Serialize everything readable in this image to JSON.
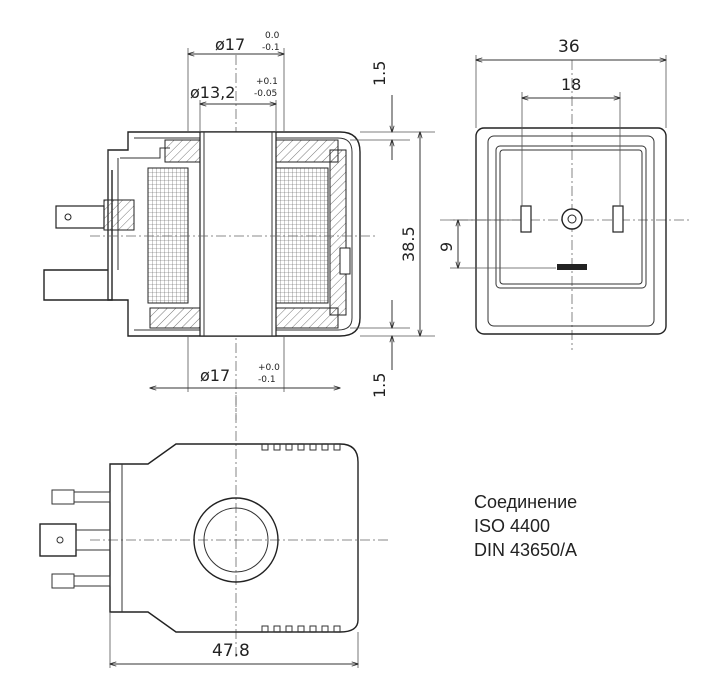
{
  "dimensions": {
    "top_outer_dia": "ø17",
    "top_outer_tol_upper": "0.0",
    "top_outer_tol_lower": "-0.1",
    "inner_dia": "ø13,2",
    "inner_tol_upper": "+0.1",
    "inner_tol_lower": "-0.05",
    "bottom_outer_dia": "ø17",
    "bottom_outer_tol_upper": "+0.0",
    "bottom_outer_tol_lower": "-0.1",
    "top_offset": "1.5",
    "bottom_offset": "1.5",
    "height": "38.5",
    "pin_offset": "9",
    "front_width": "36",
    "front_pin_spacing": "18",
    "plan_length": "47.8"
  },
  "caption": {
    "line1": "Соединение",
    "line2": "ISO 4400",
    "line3": "DIN 43650/A"
  }
}
